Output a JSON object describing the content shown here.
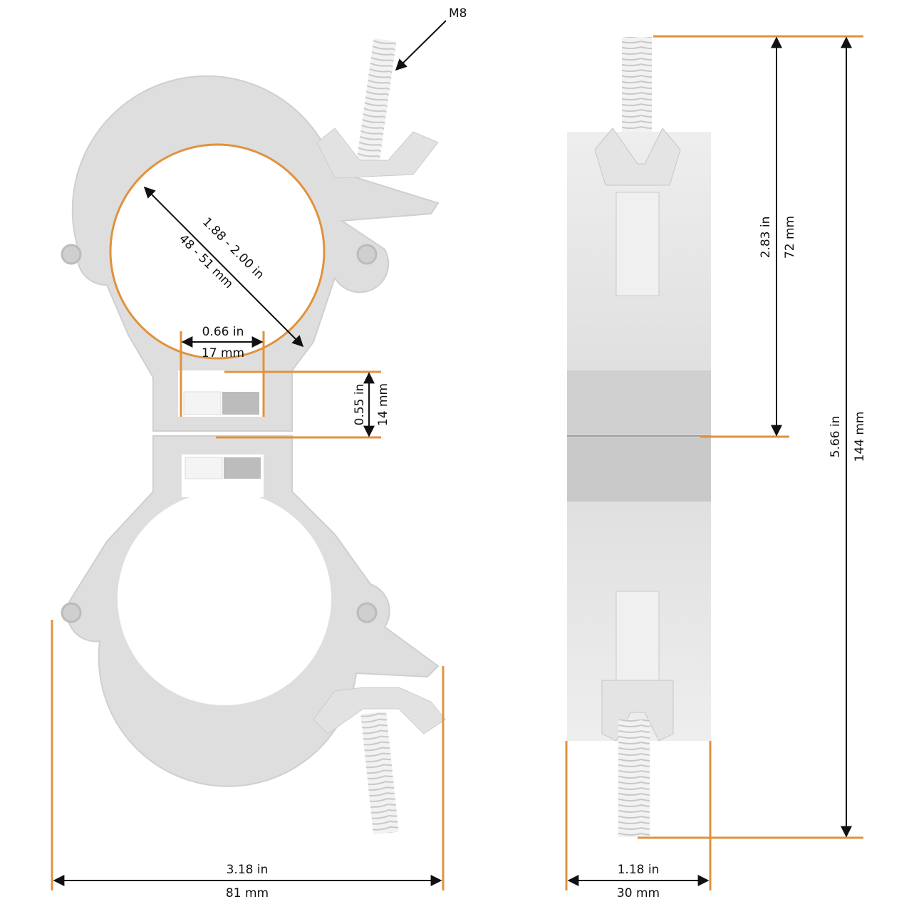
{
  "diagram": {
    "type": "technical-dimension-drawing",
    "subject": "double half-coupler clamp with wing nuts",
    "colors": {
      "dimension_line": "#e0923e",
      "arrow": "#111111",
      "metal_light": "#e6e6e6",
      "metal_mid": "#cfcfcf",
      "metal_dark": "#b5b5b5",
      "background": "#ffffff"
    },
    "front_view": {
      "thread_callout": "M8",
      "tube_diameter": {
        "imperial": "1.88 - 2.00 in",
        "metric": "48 - 51 mm"
      },
      "slot_width": {
        "imperial": "0.66 in",
        "metric": "17 mm"
      },
      "slot_height": {
        "imperial": "0.55 in",
        "metric": "14 mm"
      },
      "overall_width": {
        "imperial": "3.18 in",
        "metric": "81 mm"
      }
    },
    "side_view": {
      "half_height": {
        "imperial": "2.83 in",
        "metric": "72 mm"
      },
      "overall_height": {
        "imperial": "5.66 in",
        "metric": "144 mm"
      },
      "body_width": {
        "imperial": "1.18 in",
        "metric": "30 mm"
      }
    }
  }
}
